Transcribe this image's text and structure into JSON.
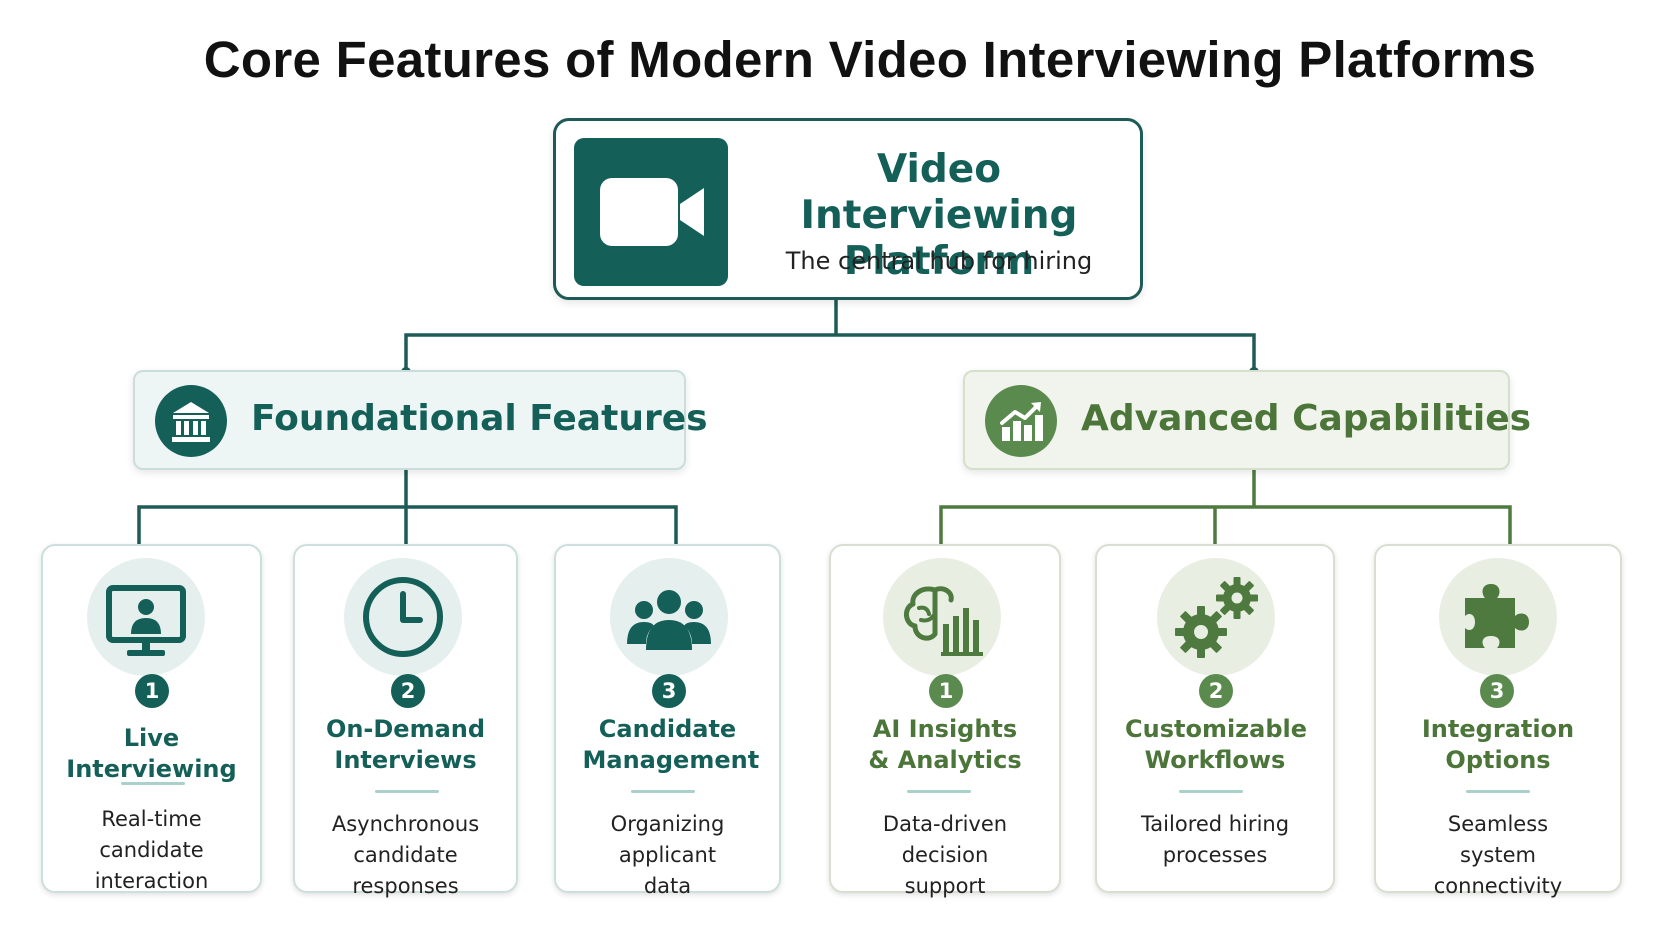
{
  "title": "Core Features of Modern Video Interviewing Platforms",
  "hub": {
    "title": "Video Interviewing Platform",
    "subtitle": "The central hub for hiring",
    "icon": "video-camera-icon"
  },
  "colors": {
    "teal": "#145f58",
    "green": "#5b8a4f",
    "green_text": "#4b7539",
    "divider": "#a9d0ca"
  },
  "categories": [
    {
      "label": "Foundational Features",
      "icon": "bank-building-icon",
      "features": [
        {
          "number": "1",
          "title": "Live Interviewing",
          "description": "Real-time candidate interaction",
          "icon": "monitor-person-icon"
        },
        {
          "number": "2",
          "title": "On-Demand Interviews",
          "description": "Asynchronous candidate responses",
          "icon": "clock-icon"
        },
        {
          "number": "3",
          "title": "Candidate Management",
          "description": "Organizing applicant data",
          "icon": "people-group-icon"
        }
      ]
    },
    {
      "label": "Advanced Capabilities",
      "icon": "growth-chart-icon",
      "features": [
        {
          "number": "1",
          "title": "AI Insights & Analytics",
          "description": "Data-driven decision support",
          "icon": "brain-chart-icon"
        },
        {
          "number": "2",
          "title": "Customizable Workflows",
          "description": "Tailored hiring processes",
          "icon": "gears-icon"
        },
        {
          "number": "3",
          "title": "Integration Options",
          "description": "Seamless system connectivity",
          "icon": "puzzle-piece-icon"
        }
      ]
    }
  ]
}
